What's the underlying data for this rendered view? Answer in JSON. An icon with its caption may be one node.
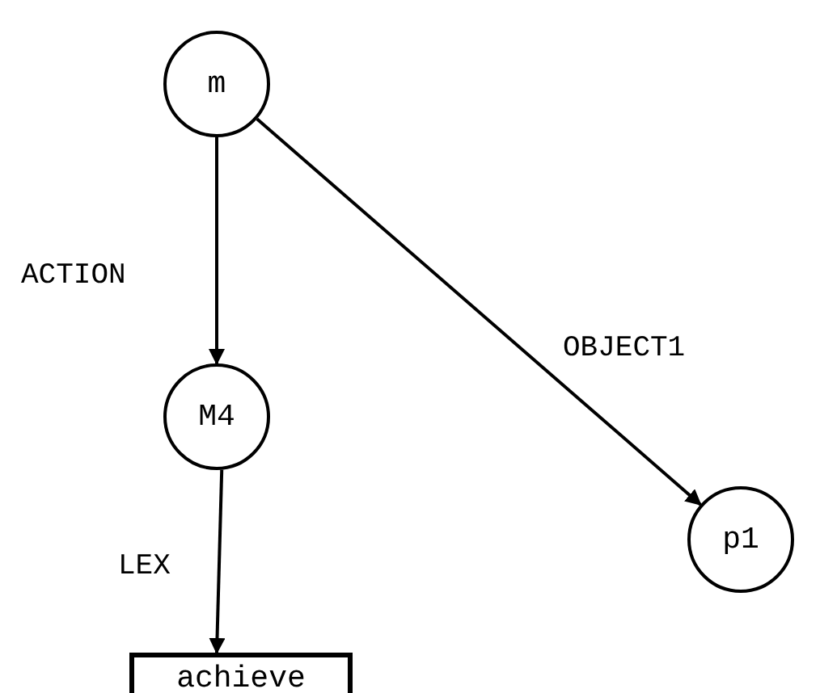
{
  "diagram": {
    "nodes": [
      {
        "text": [
          "m"
        ]
      },
      {
        "text": [
          "M4"
        ]
      },
      {
        "text": [
          "p1"
        ]
      },
      {
        "text": [
          "achieve"
        ]
      }
    ],
    "edges": [
      {
        "from": 0,
        "to": 1,
        "arrow": "to",
        "label": "ACTION"
      },
      {
        "from": 0,
        "to": 2,
        "arrow": "to",
        "label": "OBJECT1"
      },
      {
        "from": 1,
        "to": 3,
        "arrow": "to",
        "label": "LEX"
      }
    ]
  }
}
